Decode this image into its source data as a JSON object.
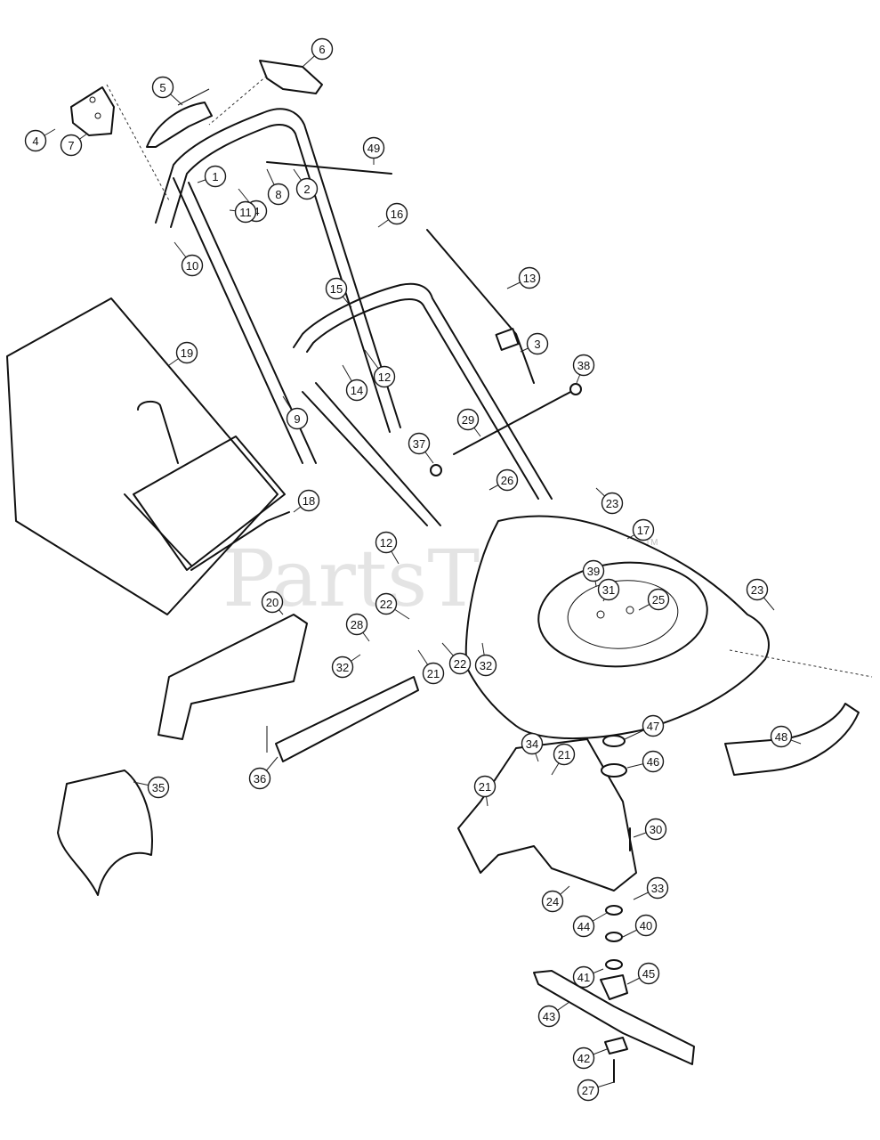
{
  "diagram": {
    "watermark": "PartsTree",
    "trademark": "TM",
    "callouts": [
      {
        "id": "c1",
        "label": "1"
      },
      {
        "id": "c2",
        "label": "2"
      },
      {
        "id": "c3",
        "label": "3"
      },
      {
        "id": "c4a",
        "label": "4"
      },
      {
        "id": "c4b",
        "label": "4"
      },
      {
        "id": "c5",
        "label": "5"
      },
      {
        "id": "c6",
        "label": "6"
      },
      {
        "id": "c7",
        "label": "7"
      },
      {
        "id": "c8",
        "label": "8"
      },
      {
        "id": "c9",
        "label": "9"
      },
      {
        "id": "c10",
        "label": "10"
      },
      {
        "id": "c11",
        "label": "11"
      },
      {
        "id": "c12a",
        "label": "12"
      },
      {
        "id": "c12b",
        "label": "12"
      },
      {
        "id": "c13",
        "label": "13"
      },
      {
        "id": "c14",
        "label": "14"
      },
      {
        "id": "c15",
        "label": "15"
      },
      {
        "id": "c16",
        "label": "16"
      },
      {
        "id": "c17",
        "label": "17"
      },
      {
        "id": "c18",
        "label": "18"
      },
      {
        "id": "c19",
        "label": "19"
      },
      {
        "id": "c20",
        "label": "20"
      },
      {
        "id": "c21a",
        "label": "21"
      },
      {
        "id": "c21b",
        "label": "21"
      },
      {
        "id": "c21c",
        "label": "21"
      },
      {
        "id": "c22a",
        "label": "22"
      },
      {
        "id": "c22b",
        "label": "22"
      },
      {
        "id": "c23a",
        "label": "23"
      },
      {
        "id": "c23b",
        "label": "23"
      },
      {
        "id": "c24",
        "label": "24"
      },
      {
        "id": "c25",
        "label": "25"
      },
      {
        "id": "c26",
        "label": "26"
      },
      {
        "id": "c27",
        "label": "27"
      },
      {
        "id": "c28",
        "label": "28"
      },
      {
        "id": "c29",
        "label": "29"
      },
      {
        "id": "c30",
        "label": "30"
      },
      {
        "id": "c31",
        "label": "31"
      },
      {
        "id": "c32a",
        "label": "32"
      },
      {
        "id": "c32b",
        "label": "32"
      },
      {
        "id": "c33",
        "label": "33"
      },
      {
        "id": "c34",
        "label": "34"
      },
      {
        "id": "c35",
        "label": "35"
      },
      {
        "id": "c36",
        "label": "36"
      },
      {
        "id": "c37",
        "label": "37"
      },
      {
        "id": "c38",
        "label": "38"
      },
      {
        "id": "c39",
        "label": "39"
      },
      {
        "id": "c40",
        "label": "40"
      },
      {
        "id": "c41",
        "label": "41"
      },
      {
        "id": "c42",
        "label": "42"
      },
      {
        "id": "c43",
        "label": "43"
      },
      {
        "id": "c44",
        "label": "44"
      },
      {
        "id": "c45",
        "label": "45"
      },
      {
        "id": "c46",
        "label": "46"
      },
      {
        "id": "c47",
        "label": "47"
      },
      {
        "id": "c48",
        "label": "48"
      },
      {
        "id": "c49",
        "label": "49"
      }
    ]
  }
}
